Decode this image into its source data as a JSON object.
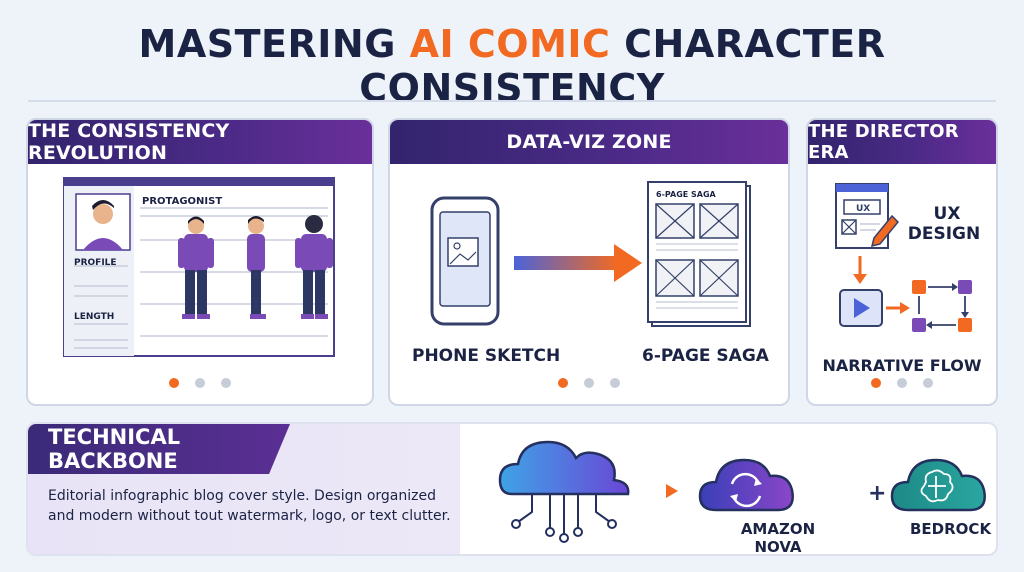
{
  "title": {
    "part1": "MASTERING",
    "highlight": "AI COMIC",
    "part2": "CHARACTER CONSISTENCY"
  },
  "panels": {
    "consistency": {
      "heading": "THE CONSISTENCY REVOLUTION",
      "sheet_label": "PROTAGONIST",
      "profile_label": "PROFILE",
      "length_label": "LENGTH"
    },
    "dataviz": {
      "heading": "DATA-VIZ ZONE",
      "phone_label": "PHONE SKETCH",
      "saga_label": "6-PAGE SAGA",
      "saga_doc_title": "6-PAGE SAGA"
    },
    "director": {
      "heading": "THE DIRECTOR ERA",
      "ux_badge": "UX",
      "ux_label_1": "UX",
      "ux_label_2": "DESIGN",
      "flow_label": "NARRATIVE FLOW"
    }
  },
  "backbone": {
    "heading": "TECHNICAL BACKBONE",
    "description": "Editorial infographic blog cover style. Design organized and modern without tout watermark, logo, or text clutter.",
    "nova_label": "AMAZON NOVA",
    "plus": "+",
    "bedrock_label": "BEDROCK"
  },
  "colors": {
    "accent": "#f26a21",
    "navy": "#1b2344",
    "purple": "#5b2f94"
  }
}
